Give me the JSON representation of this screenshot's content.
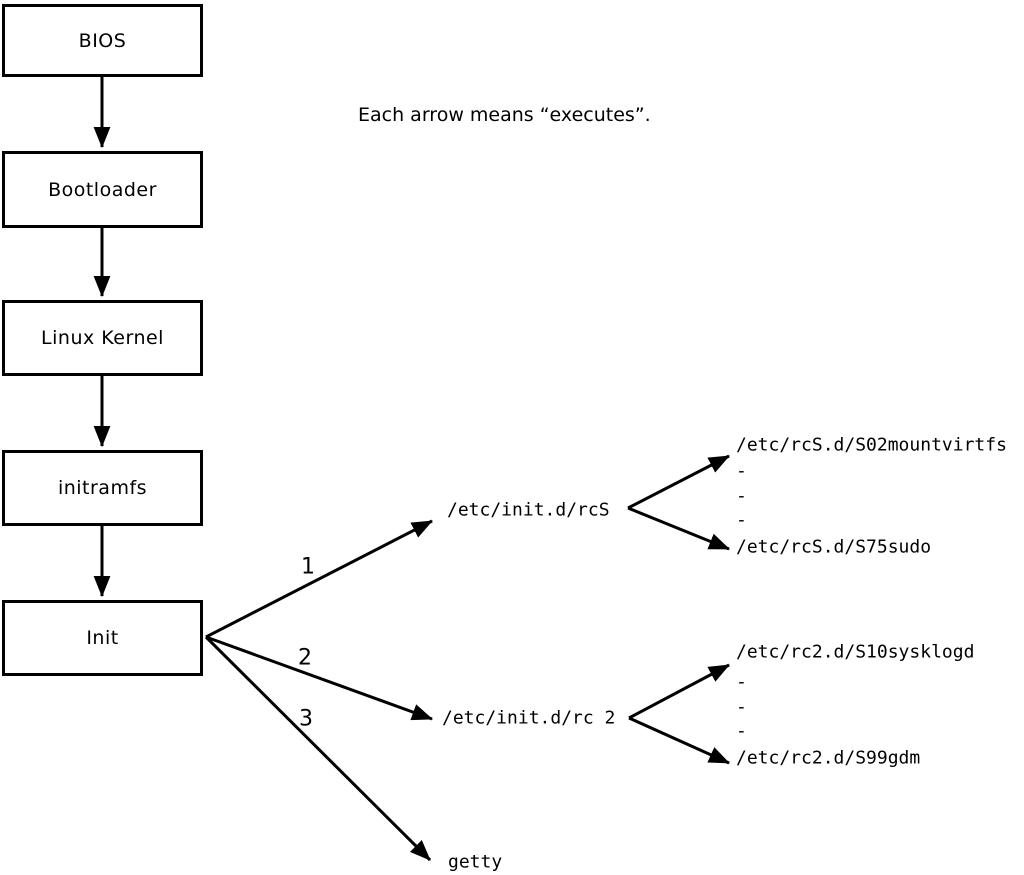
{
  "note": "Each arrow means “executes”.",
  "flow_boxes": [
    {
      "label": "BIOS"
    },
    {
      "label": "Bootloader"
    },
    {
      "label": "Linux Kernel"
    },
    {
      "label": "initramfs"
    },
    {
      "label": "Init"
    }
  ],
  "branches": [
    {
      "number": "1",
      "target": "/etc/init.d/rcS"
    },
    {
      "number": "2",
      "target": "/etc/init.d/rc 2"
    },
    {
      "number": "3",
      "target": "getty"
    }
  ],
  "rcS_scripts": {
    "first": "/etc/rcS.d/S02mountvirtfs",
    "ellipsis": [
      "-",
      "-",
      "-"
    ],
    "last": "/etc/rcS.d/S75sudo"
  },
  "rc2_scripts": {
    "first": "/etc/rc2.d/S10sysklogd",
    "ellipsis": [
      "-",
      "-",
      "-"
    ],
    "last": "/etc/rc2.d/S99gdm"
  },
  "colors": {
    "line": "#000000",
    "background": "#ffffff"
  }
}
